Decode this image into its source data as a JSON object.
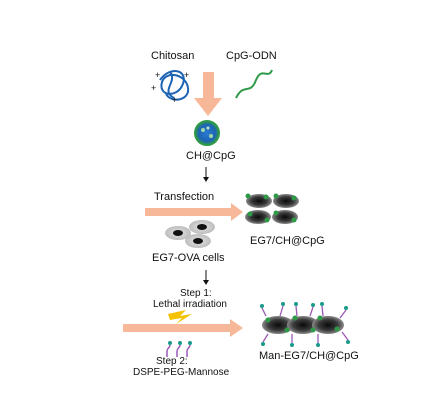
{
  "labels": {
    "chitosan": "Chitosan",
    "cpg_odn": "CpG-ODN",
    "ch_cpg": "CH@CpG",
    "transfection": "Transfection",
    "eg7_ova_cells": "EG7-OVA cells",
    "eg7_ch_cpg": "EG7/CH@CpG",
    "step1": "Step 1:",
    "lethal_irradiation": "Lethal irradiation",
    "step2": "Step 2:",
    "dspe_peg_mannose": "DSPE-PEG-Mannose",
    "man_eg7_ch_cpg": "Man-EG7/CH@CpG",
    "plus": "+"
  },
  "colors": {
    "arrow_fill": "#f6b899",
    "chitosan_blue": "#1e64b4",
    "cpg_green": "#2e9a48",
    "cell_dark": "#2a2a2a",
    "cell_light": "#cfcfcf",
    "lightning": "#f5c200",
    "mannose_purple": "#9b59b6",
    "mannose_teal": "#1a9c8a"
  }
}
